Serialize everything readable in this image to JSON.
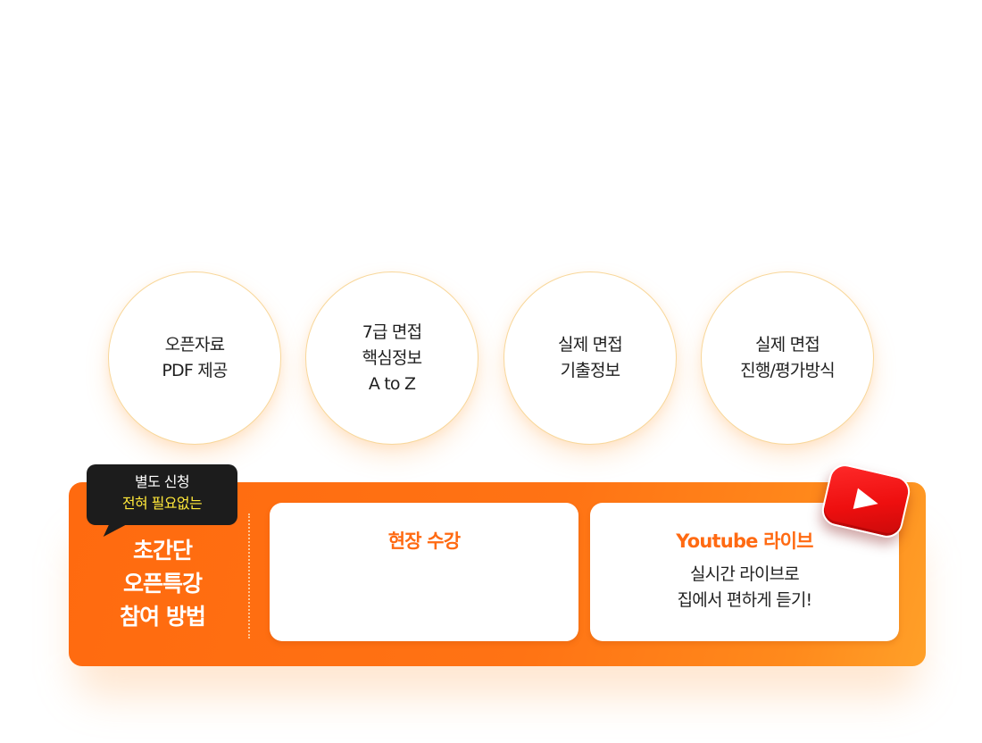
{
  "features": [
    {
      "lines": [
        "오픈자료",
        "PDF 제공"
      ]
    },
    {
      "lines": [
        "7급 면접",
        "핵심정보",
        "A to Z"
      ]
    },
    {
      "lines": [
        "실제 면접",
        "기출정보"
      ]
    },
    {
      "lines": [
        "실제 면접",
        "진행/평가방식"
      ]
    }
  ],
  "bubble": {
    "line1": "별도 신청",
    "line2": "전혀 필요없는"
  },
  "panel": {
    "title_lines": [
      "초간단",
      "오픈특강",
      "참여 방법"
    ]
  },
  "cards": [
    {
      "title": "현장 수강",
      "body": []
    },
    {
      "title": "Youtube 라이브",
      "body": [
        "실시간 라이브로",
        "집에서 편하게 듣기!"
      ]
    }
  ],
  "icons": {
    "youtube": "youtube-play-icon"
  },
  "colors": {
    "accent_orange": "#ff6a0f",
    "card_title": "#ff6a12",
    "bubble_highlight": "#ffe83a",
    "youtube_red": "#ee0f0f"
  }
}
